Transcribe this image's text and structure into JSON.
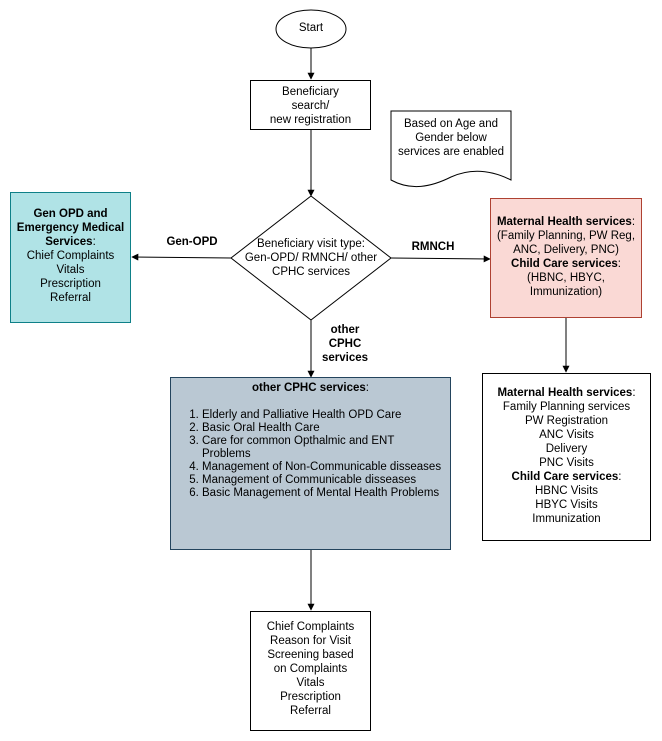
{
  "start": {
    "label": "Start"
  },
  "registration": {
    "lines": [
      "Beneficiary",
      "search/",
      "new registration"
    ]
  },
  "note": {
    "lines": [
      "Based on Age and",
      "Gender below",
      "services are enabled"
    ]
  },
  "decision": {
    "lines": [
      "Beneficiary visit type:",
      "Gen-OPD/ RMNCH/ other",
      "CPHC services"
    ]
  },
  "edges": {
    "gen_opd": "Gen-OPD",
    "rmnch": "RMNCH",
    "other": [
      "other",
      "CPHC",
      "services"
    ]
  },
  "gen_opd_box": {
    "title_lines": [
      "Gen OPD and",
      "Emergency Medical",
      "Services"
    ],
    "suffix": ":",
    "items": [
      "Chief Complaints",
      "Vitals",
      "Prescription",
      "Referral"
    ]
  },
  "rmnch_box": {
    "maternal_title": "Maternal Health services",
    "maternal_detail": [
      "(Family Planning, PW Reg,",
      "ANC, Delivery, PNC)"
    ],
    "child_title": "Child Care services",
    "child_detail": [
      "(HBNC, HBYC,",
      "Immunization)"
    ],
    "suffix": ":"
  },
  "cphc_box": {
    "title": "other CPHC services",
    "suffix": ":",
    "items": [
      "Elderly and Palliative Health OPD Care",
      "Basic Oral Health Care",
      "Care for common Opthalmic and ENT Problems",
      "Management of Non-Communicable disseases",
      "Management of Communicable disseases",
      "Basic Management of Mental Health Problems"
    ]
  },
  "rmnch_detail_box": {
    "maternal_title": "Maternal Health services",
    "maternal_items": [
      "Family Planning services",
      "PW Registration",
      "ANC Visits",
      "Delivery",
      "PNC Visits"
    ],
    "child_title": "Child Care services",
    "child_items": [
      "HBNC Visits",
      "HBYC Visits",
      "Immunization"
    ],
    "suffix": ":"
  },
  "final_box": {
    "lines": [
      "Chief Complaints",
      "Reason for Visit",
      "Screening based",
      "on Complaints",
      "Vitals",
      "Prescription",
      "Referral"
    ]
  },
  "colors": {
    "gen_opd_fill": "#b0e3e6",
    "gen_opd_stroke": "#0e8088",
    "rmnch_fill": "#fad9d5",
    "rmnch_stroke": "#ae4132",
    "cphc_fill": "#bac8d3",
    "cphc_stroke": "#23445d"
  }
}
